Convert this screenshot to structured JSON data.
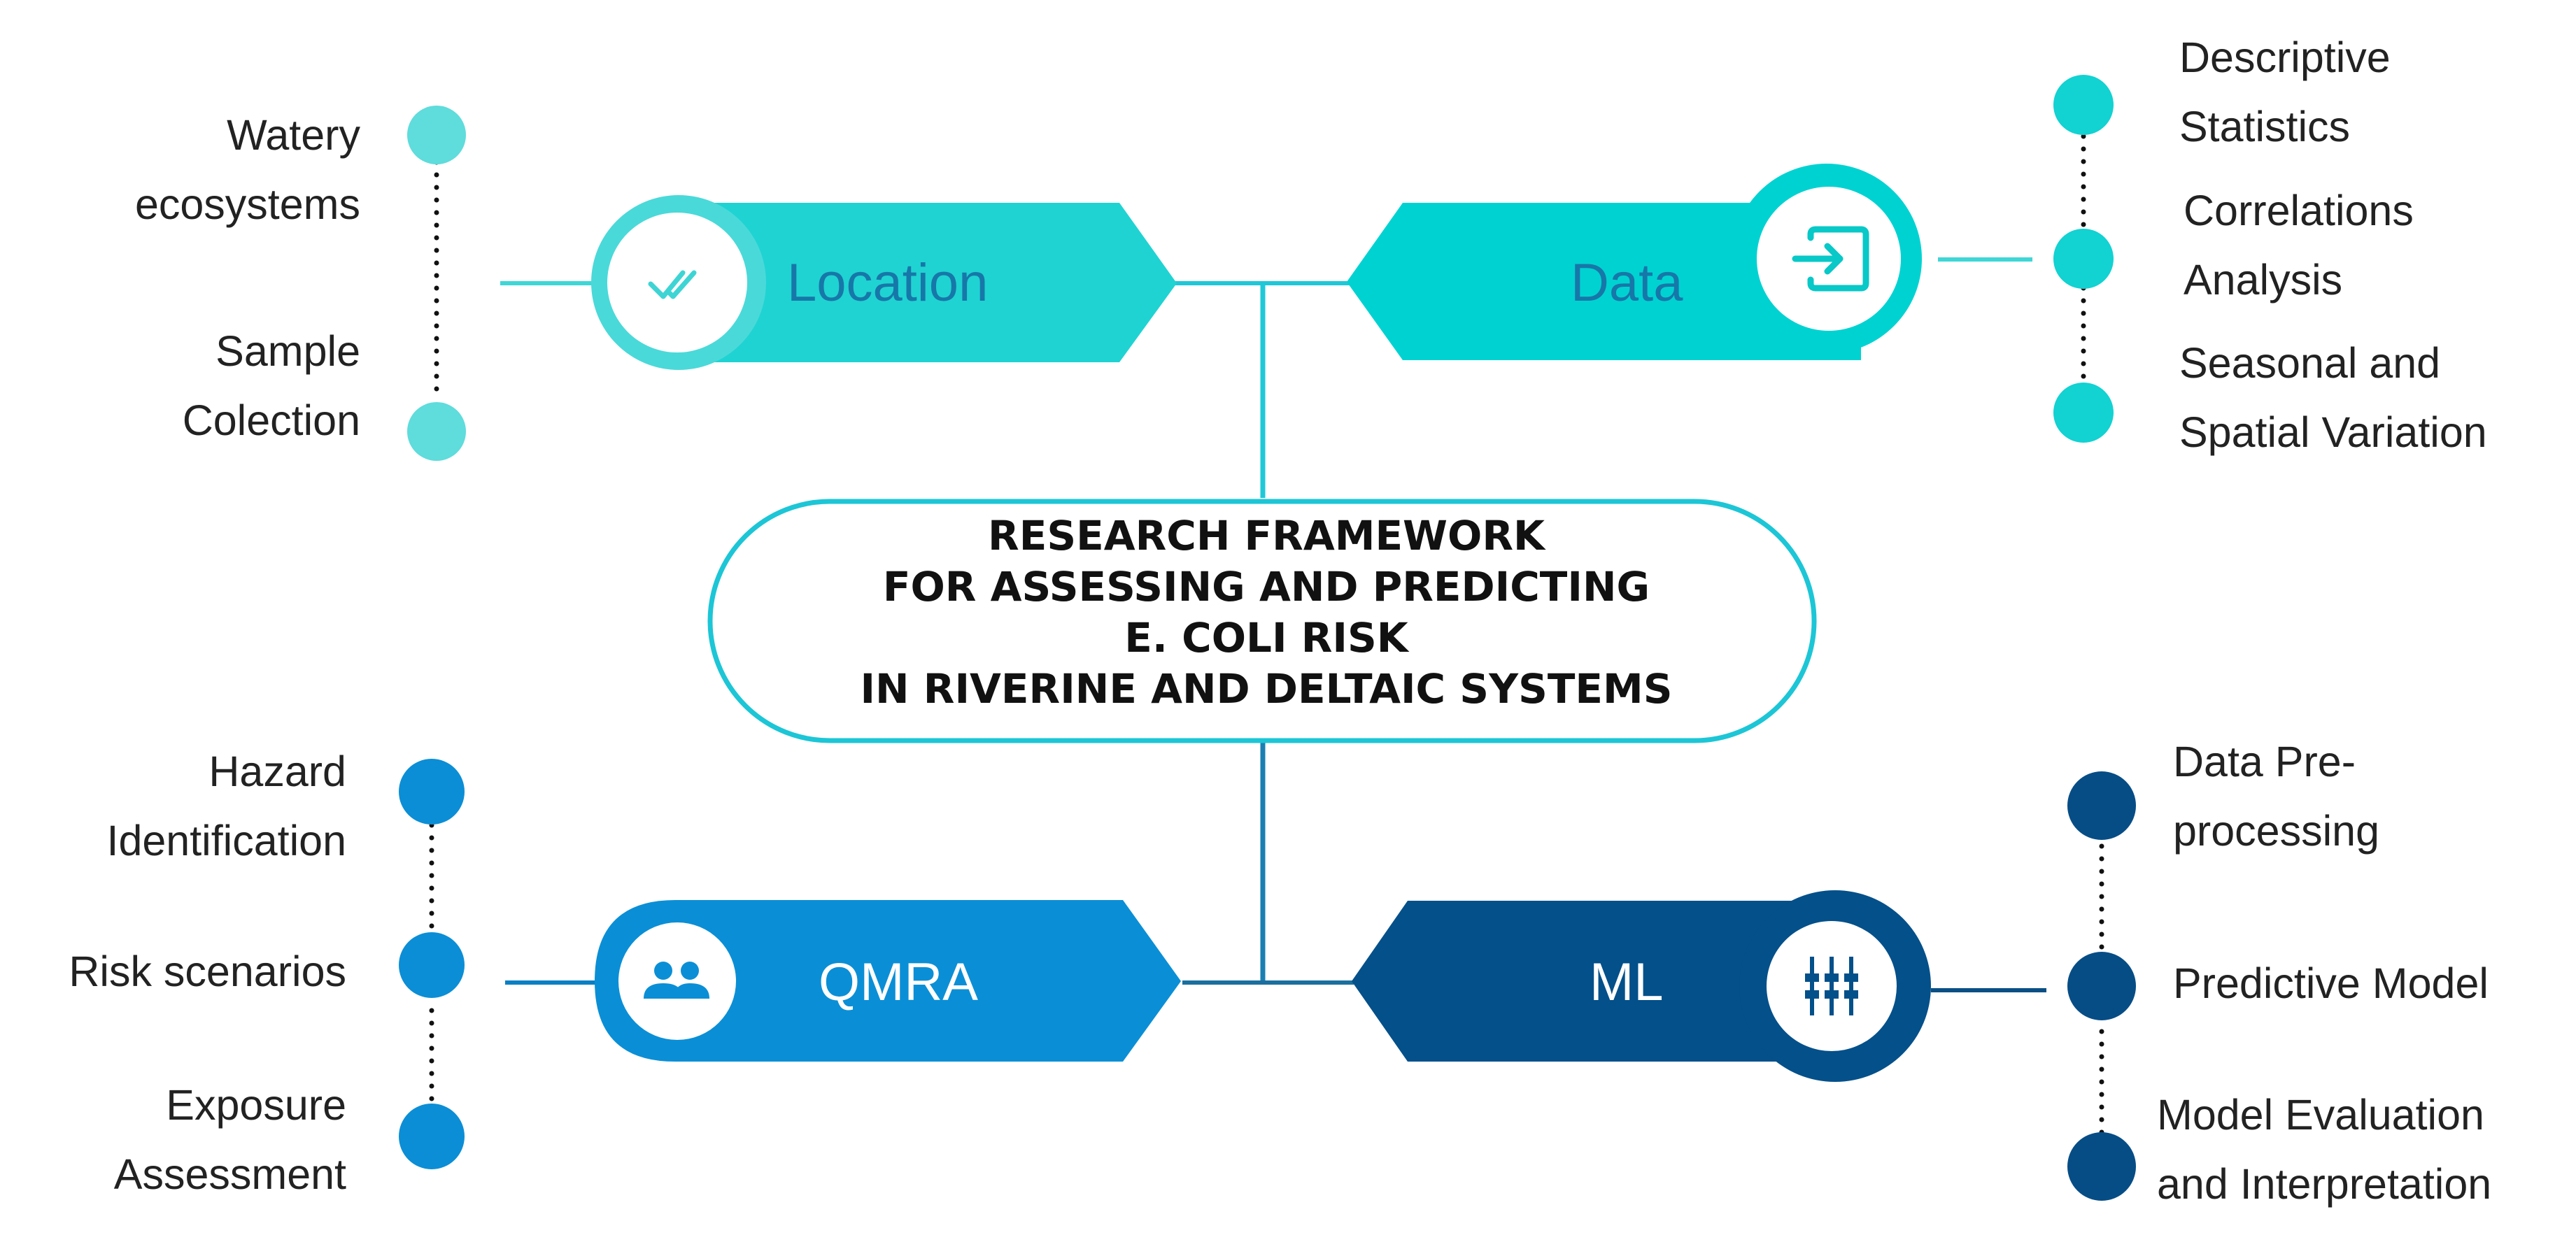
{
  "title_lines": [
    "RESEARCH FRAMEWORK",
    "FOR ASSESSING AND PREDICTING",
    "E. COLI RISK",
    "IN RIVERINE AND DELTAIC SYSTEMS"
  ],
  "branches": {
    "location": {
      "label": "Location",
      "icon": "double-check-icon",
      "color": "#1fd3d3",
      "items": [
        {
          "lines": [
            "Watery",
            "ecosystems"
          ]
        },
        {
          "lines": [
            "Sample",
            "Colection"
          ]
        }
      ]
    },
    "data": {
      "label": "Data",
      "icon": "input-arrow-icon",
      "color": "#00d2d2",
      "items": [
        {
          "lines": [
            "Descriptive",
            "Statistics"
          ]
        },
        {
          "lines": [
            "Correlations",
            "Analysis"
          ]
        },
        {
          "lines": [
            "Seasonal and",
            "Spatial Variation"
          ]
        }
      ]
    },
    "qmra": {
      "label": "QMRA",
      "icon": "people-icon",
      "color": "#0a8fd6",
      "items": [
        {
          "lines": [
            "Hazard",
            "Identification"
          ]
        },
        {
          "lines": [
            "Risk scenarios"
          ]
        },
        {
          "lines": [
            "Exposure",
            "Assessment"
          ]
        }
      ]
    },
    "ml": {
      "label": "ML",
      "icon": "sliders-icon",
      "color": "#03508a",
      "items": [
        {
          "lines": [
            "Data Pre-",
            "processing"
          ]
        },
        {
          "lines": [
            "Predictive Model"
          ]
        },
        {
          "lines": [
            "Model Evaluation",
            "and Interpretation"
          ]
        }
      ]
    }
  }
}
